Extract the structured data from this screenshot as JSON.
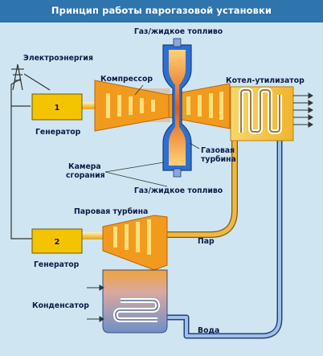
{
  "title": "Принцип работы парогазовой установки",
  "labels": {
    "fuel_top": "Газ/жидкое топливо",
    "electricity": "Электроэнергия",
    "compressor": "Компрессор",
    "boiler": "Котел-утилизатор",
    "generator_1_number": "1",
    "generator_1": "Генератор",
    "gas_turbine_line1": "Газовая",
    "gas_turbine_line2": "турбина",
    "combustion_line1": "Камера",
    "combustion_line2": "сгорания",
    "fuel_bottom": "Газ/жидкое топливо",
    "steam_turbine": "Паровая турбина",
    "steam": "Пар",
    "generator_2_number": "2",
    "generator_2": "Генератор",
    "condenser": "Конденсатор",
    "water": "Вода"
  },
  "colors": {
    "background": "#cfe6f2",
    "title_bar": "#2e74ad",
    "generator_fill": "#f5c400",
    "boiler_fill": "#f4c23c",
    "turbine_fill": "#f29a1e",
    "combustion_blue": "#2f6fd0",
    "flame": "#e25a12",
    "pipe": "#f0b840",
    "condenser_blue": "#6f8fc8"
  }
}
